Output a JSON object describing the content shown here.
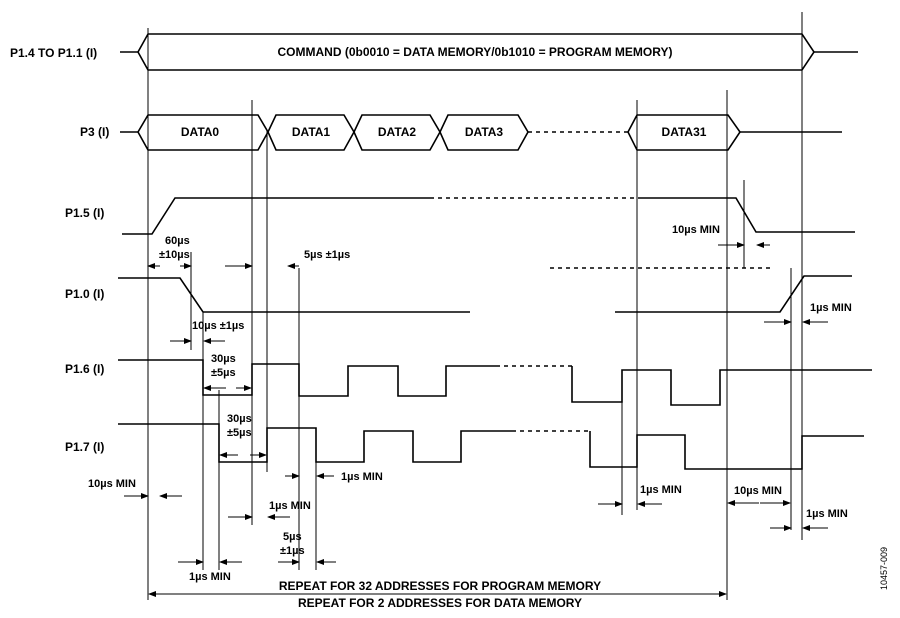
{
  "signals": {
    "p14": "P1.4 TO P1.1 (I)",
    "p3": "P3 (I)",
    "p15": "P1.5 (I)",
    "p10": "P1.0 (I)",
    "p16": "P1.6 (I)",
    "p17": "P1.7 (I)"
  },
  "bus": {
    "command": "COMMAND (0b0010 = DATA MEMORY/0b1010 = PROGRAM MEMORY)",
    "data0": "DATA0",
    "data1": "DATA1",
    "data2": "DATA2",
    "data3": "DATA3",
    "data31": "DATA31"
  },
  "timing": {
    "t60": "60µs",
    "t60tol": "±10µs",
    "t5a": "5µs ±1µs",
    "t10min_p15": "10µs MIN",
    "t1min_p10": "1µs MIN",
    "t10pm1": "10µs ±1µs",
    "t30a": "30µs",
    "t30a_tol": "±5µs",
    "t30b": "30µs",
    "t30b_tol": "±5µs",
    "t1min_p17": "1µs MIN",
    "t10min_left": "10µs MIN",
    "t1min_mid": "1µs MIN",
    "t5b": "5µs",
    "t5b_tol": "±1µs",
    "t1min_bottom": "1µs MIN",
    "t1min_right": "1µs MIN",
    "t10min_right": "10µs MIN",
    "t1min_far": "1µs MIN"
  },
  "repeat": {
    "line1": "REPEAT FOR 32 ADDRESSES FOR PROGRAM MEMORY",
    "line2": "REPEAT FOR 2 ADDRESSES FOR DATA MEMORY"
  },
  "figure_id": "10457-009"
}
